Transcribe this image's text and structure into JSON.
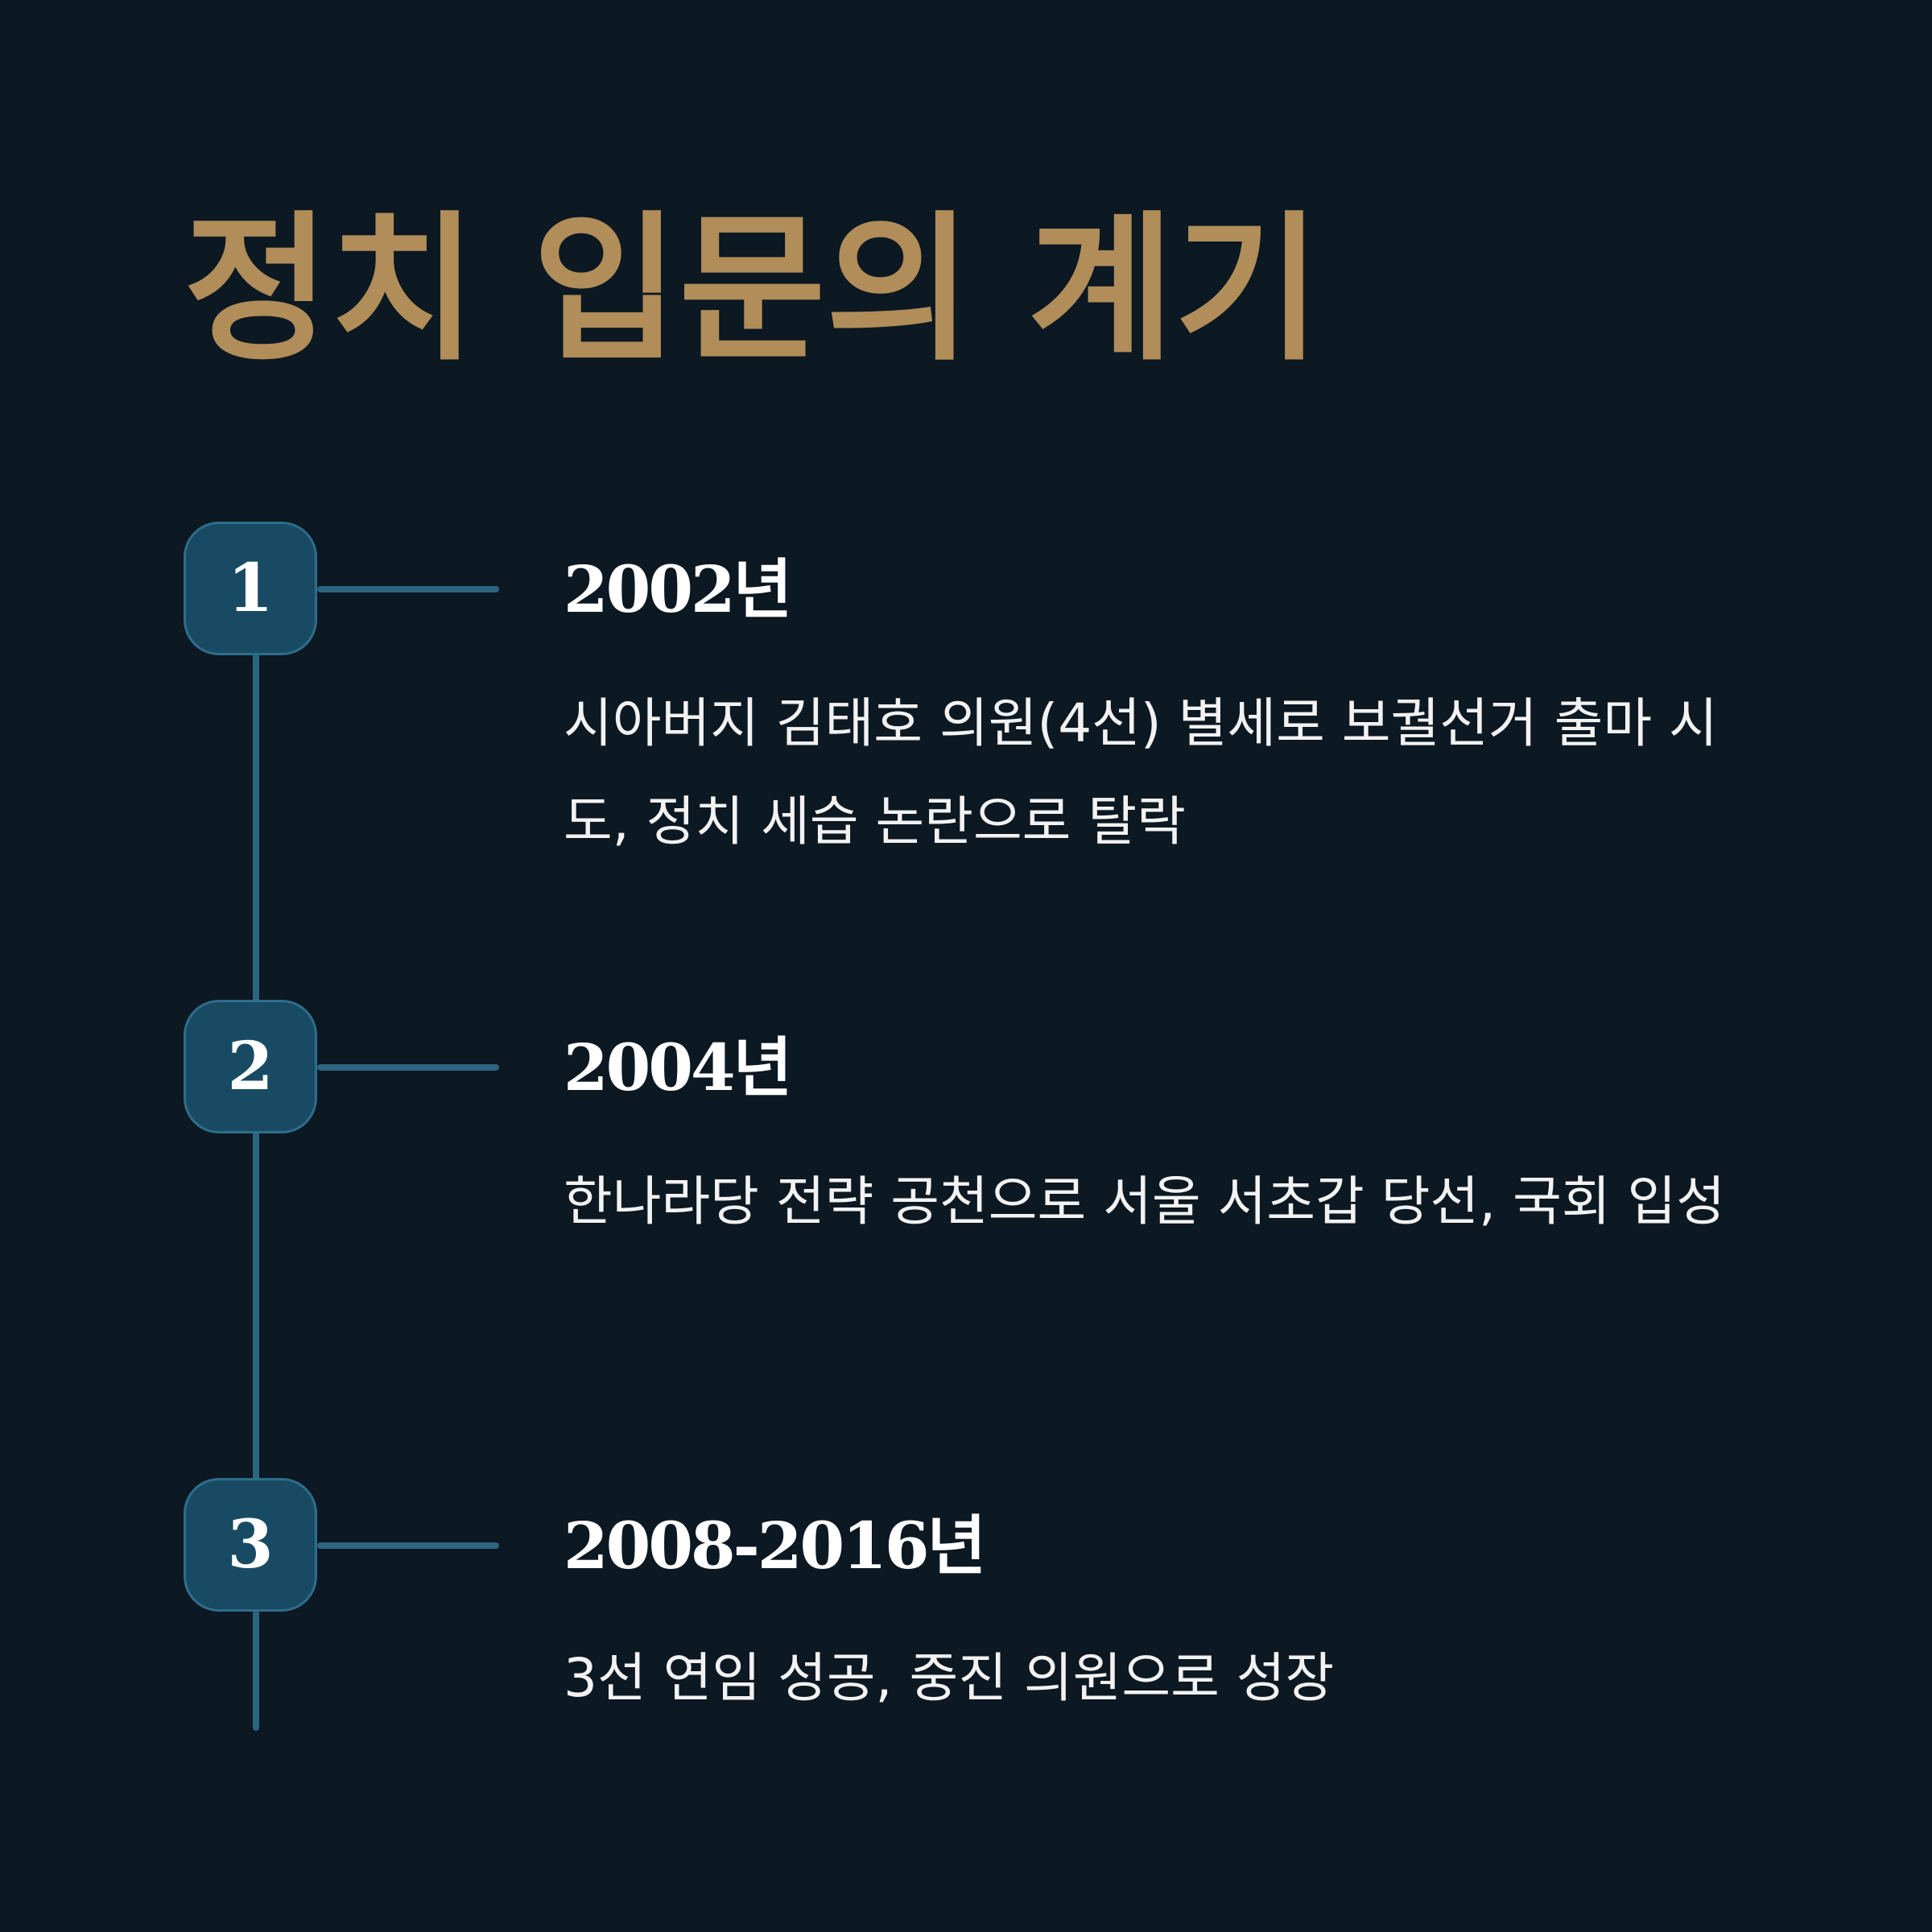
{
  "title": "정치 입문의 계기",
  "items": [
    {
      "number": "1",
      "year": "2002년",
      "description": "시아버지 김태호 의원(4선) 별세로 보궐선거 출마 시도, 정치 세습 논란으로 탈락"
    },
    {
      "number": "2",
      "year": "2004년",
      "description": "한나라당 전략 공천으로 서울 서초갑 당선, 국회 입성"
    },
    {
      "number": "3",
      "year": "2008-2016년",
      "description": "3선 연임 성공, 중진 의원으로 성장"
    }
  ],
  "colors": {
    "background": "#0c1822",
    "title": "#b08d59",
    "badge_fill": "#184b63",
    "line": "#2d6480",
    "text": "#ffffff"
  }
}
